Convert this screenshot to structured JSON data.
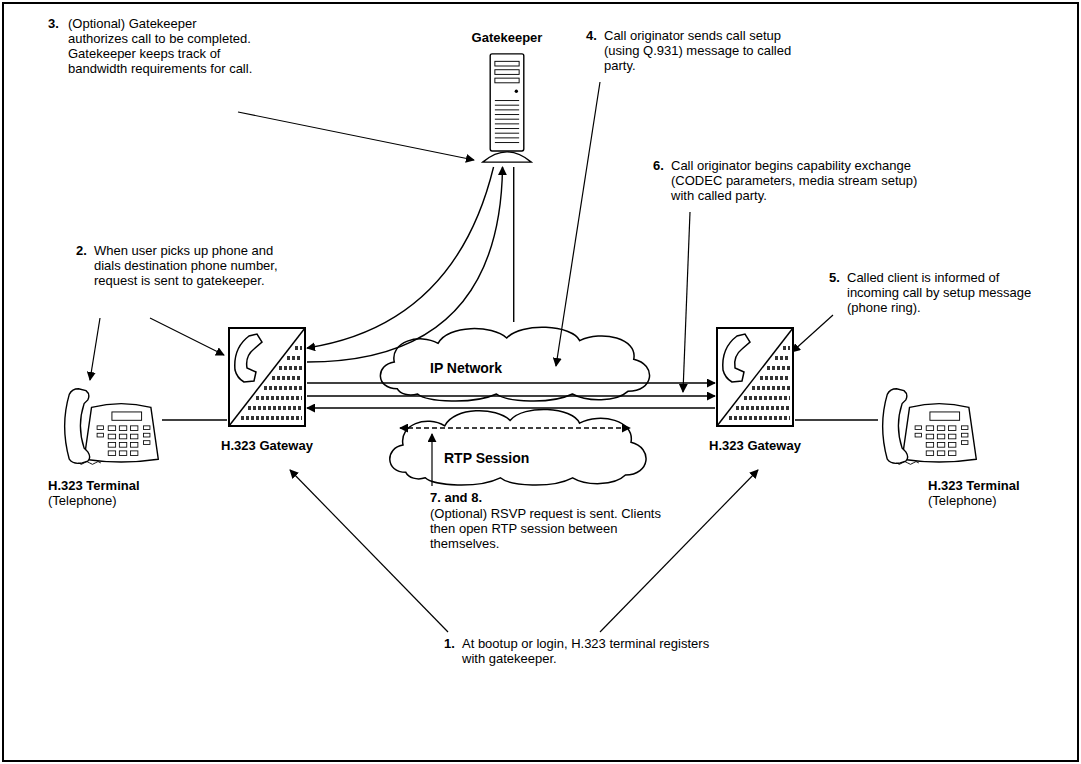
{
  "diagram": {
    "nodes": [
      {
        "text": [
          "Gatekeeper"
        ]
      },
      {
        "text": [
          "H.323 Terminal",
          "(Telephone)"
        ]
      },
      {
        "text": [
          "H.323 Gateway"
        ]
      },
      {
        "text": [
          "IP Network"
        ]
      },
      {
        "text": [
          "RTP Session"
        ]
      },
      {
        "text": [
          "H.323 Gateway"
        ]
      },
      {
        "text": [
          "H.323 Terminal",
          "(Telephone)"
        ]
      }
    ],
    "edges": [
      {
        "from": 1,
        "to": 2,
        "arrow": "none"
      },
      {
        "from": 2,
        "to": 0,
        "arrow": "to"
      },
      {
        "from": 0,
        "to": 2,
        "arrow": "to"
      },
      {
        "from": 0,
        "to": 3,
        "arrow": "none"
      },
      {
        "from": 2,
        "to": 5,
        "arrow": "to"
      },
      {
        "from": 2,
        "to": 5,
        "arrow": "to"
      },
      {
        "from": 5,
        "to": 2,
        "arrow": "to"
      },
      {
        "from": 5,
        "to": 6,
        "arrow": "none"
      }
    ],
    "labels": [
      "3.",
      "(Optional) Gatekeeper authorizes call to be completed. Gatekeeper keeps track of bandwidth requirements for call.",
      "4.",
      "Call originator sends call setup (using Q.931) message to called party.",
      "2.",
      "When user picks up phone and dials destination phone number, request is sent to gatekeeper.",
      "6.",
      "Call originator begins capability exchange (CODEC parameters, media stream setup) with called party.",
      "5.",
      "Called client is informed of incoming call by setup message (phone ring).",
      "7. and 8.",
      "(Optional) RSVP request is sent. Clients then open RTP session between themselves.",
      "1.",
      "At bootup or login, H.323 terminal registers with gatekeeper."
    ]
  }
}
